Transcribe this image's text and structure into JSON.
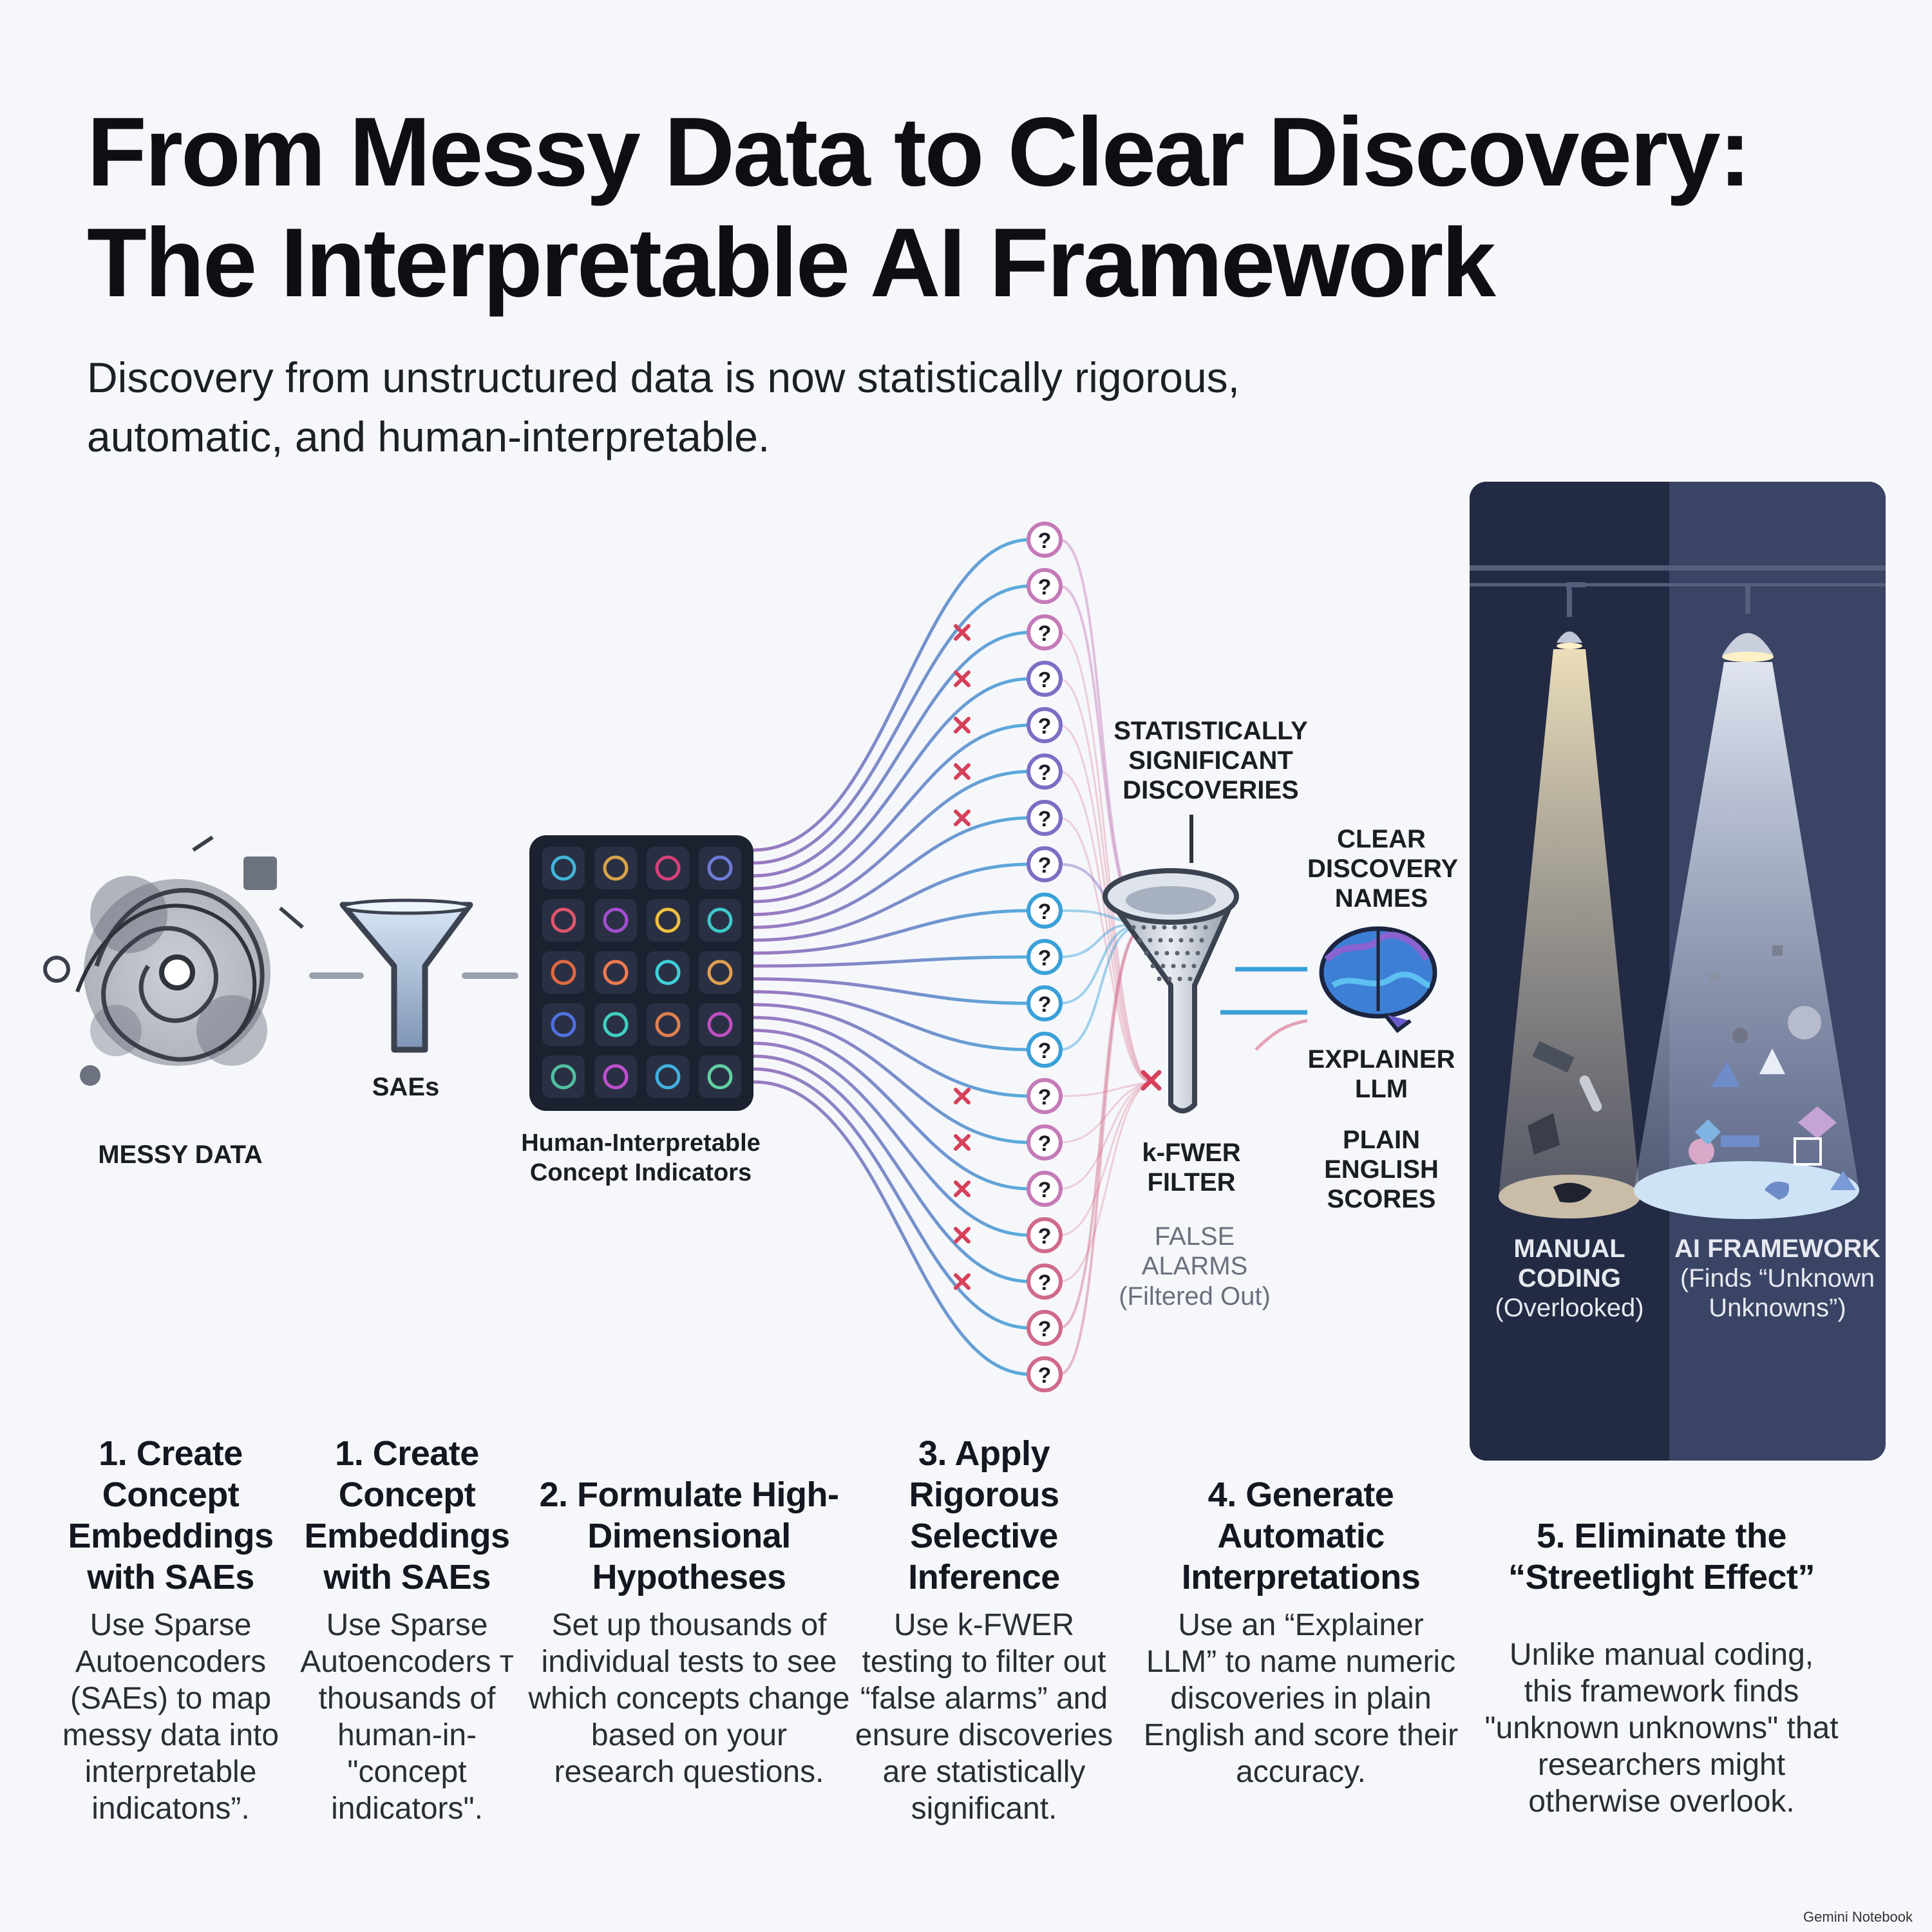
{
  "title": "From Messy Data to Clear Discovery: The Interpretable AI Framework",
  "subtitle": "Discovery from unstructured data is now statistically rigorous, automatic, and human-interpretable.",
  "diagram": {
    "messy_data": "MESSY DATA",
    "saes": "SAEs",
    "concept_indicators": "Human-Interpretable Concept Indicators",
    "significant": "STATISTICALLY SIGNIFICANT DISCOVERIES",
    "filter": "k-FWER FILTER",
    "false_alarms": "FALSE ALARMS",
    "filtered_out": "(Filtered Out)",
    "clear_names": "CLEAR DISCOVERY NAMES",
    "explainer": "EXPLAINER LLM",
    "scores": "PLAIN ENGLISH SCORES",
    "question_mark": "?"
  },
  "panel": {
    "manual_title": "MANUAL CODING",
    "manual_sub": "(Overlooked)",
    "ai_title": "AI FRAMEWORK",
    "ai_sub": "(Finds “Unknown Unknowns”)"
  },
  "steps": [
    {
      "title": "1. Create Concept Embeddings with SAEs",
      "body": "Use Sparse Autoencoders (SAEs) to map messy data into interpretable indicatons”."
    },
    {
      "title": "1. Create Concept Embeddings with SAEs",
      "body": "Use Sparse Autoencoders т thousands of human-in- \"concept indicators\"."
    },
    {
      "title": "2. Formulate High-Dimensional Hypotheses",
      "body": "Set up thousands of individual tests to see which concepts change based on your research questions."
    },
    {
      "title": "3. Apply Rigorous Selective Inference",
      "body": "Use k-FWER testing to filter out “false alarms” and ensure discoveries are statistically significant."
    },
    {
      "title": "4. Generate Automatic Interpretations",
      "body": "Use an “Explainer LLM” to name numeric discoveries in plain English and score their accuracy."
    },
    {
      "title": "5. Eliminate the “Streetlight Effect”",
      "body": "Unlike manual coding, this framework finds \"unknown unknowns\" that researchers might otherwise overlook."
    }
  ],
  "footer": "Gemini Notebook",
  "colors": {
    "accent_blue": "#3aa0d8",
    "accent_purple": "#8a63b8",
    "accent_pink": "#d06a8a",
    "reject_red": "#d6405a",
    "panel_dark": "#232a44"
  },
  "icons": [
    "messy-data-icon",
    "funnel-icon",
    "concept-grid-icon",
    "question-node-icon",
    "reject-x-icon",
    "sieve-funnel-icon",
    "brain-icon",
    "spotlight-lamp-icon"
  ]
}
